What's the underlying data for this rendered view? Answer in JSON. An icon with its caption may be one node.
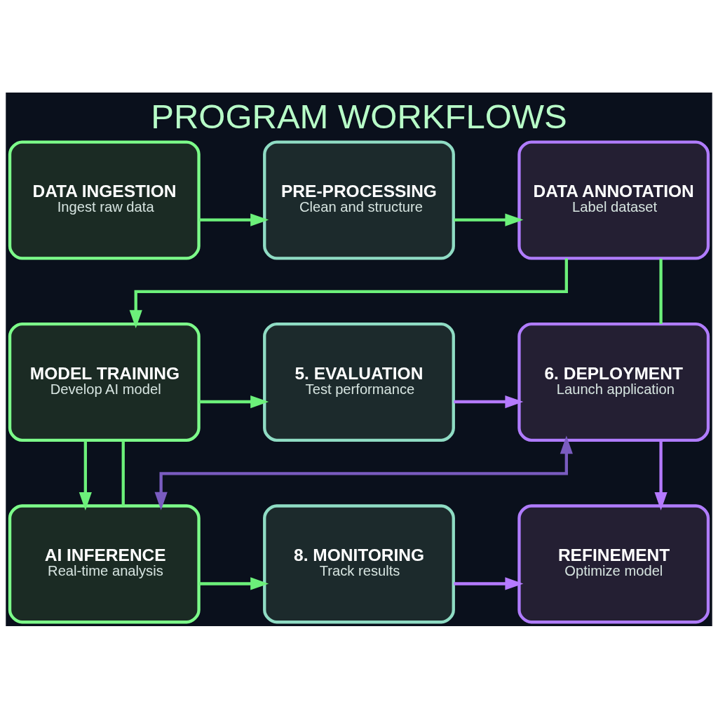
{
  "diagram": {
    "title": "PROGRAM WORKFLOWS",
    "nodes": [
      {
        "text": [
          "DATA INGESTION",
          "Ingest raw data"
        ]
      },
      {
        "text": [
          "PRE-PROCESSING",
          "Clean and structure"
        ]
      },
      {
        "text": [
          "DATA ANNOTATION",
          "Label dataset"
        ]
      },
      {
        "text": [
          "MODEL TRAINING",
          "Develop AI model"
        ]
      },
      {
        "text": [
          "5. EVALUATION",
          "Test performance"
        ]
      },
      {
        "text": [
          "6. DEPLOYMENT",
          "Launch application"
        ]
      },
      {
        "text": [
          "AI INFERENCE",
          "Real-time analysis"
        ]
      },
      {
        "text": [
          "8. MONITORING",
          "Track results"
        ]
      },
      {
        "text": [
          "REFINEMENT",
          "Optimize model"
        ]
      }
    ],
    "edges": [
      {
        "from": 0,
        "to": 1,
        "arrow": "to"
      },
      {
        "from": 1,
        "to": 2,
        "arrow": "to"
      },
      {
        "from": 2,
        "to": 3,
        "arrow": "to"
      },
      {
        "from": 2,
        "to": 5,
        "arrow": "none"
      },
      {
        "from": 3,
        "to": 4,
        "arrow": "to"
      },
      {
        "from": 4,
        "to": 5,
        "arrow": "to",
        "color": "#b57aff"
      },
      {
        "from": 3,
        "to": 6,
        "arrow": "to"
      },
      {
        "from": 5,
        "to": 8,
        "arrow": "to",
        "color": "#b57aff"
      },
      {
        "from": 3,
        "to": 6,
        "arrow": "none"
      },
      {
        "from": 6,
        "to": 7,
        "arrow": "to"
      },
      {
        "from": 7,
        "to": 8,
        "arrow": "to",
        "color": "#b57aff"
      },
      {
        "from": 5,
        "to": 6,
        "arrow": "both",
        "color": "#7a5cc0"
      }
    ]
  }
}
